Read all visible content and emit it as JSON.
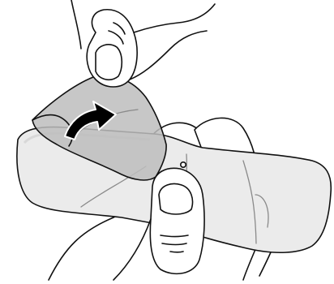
{
  "illustration": {
    "subject": "peeling-protective-film-from-lens",
    "parts": [
      "upper-hand",
      "lower-hand",
      "lens",
      "protective-film",
      "peel-direction-arrow",
      "center-dot"
    ]
  },
  "colors": {
    "background": "#ffffff",
    "outline": "#111111",
    "lens_fill": "#ebebeb",
    "lens_edge_fill": "#d8d8d8",
    "film_fill": "#bdbdbd",
    "skin_fill": "#ffffff",
    "arrow_fill": "#000000",
    "through_lens_line": "#8a8a8a"
  }
}
